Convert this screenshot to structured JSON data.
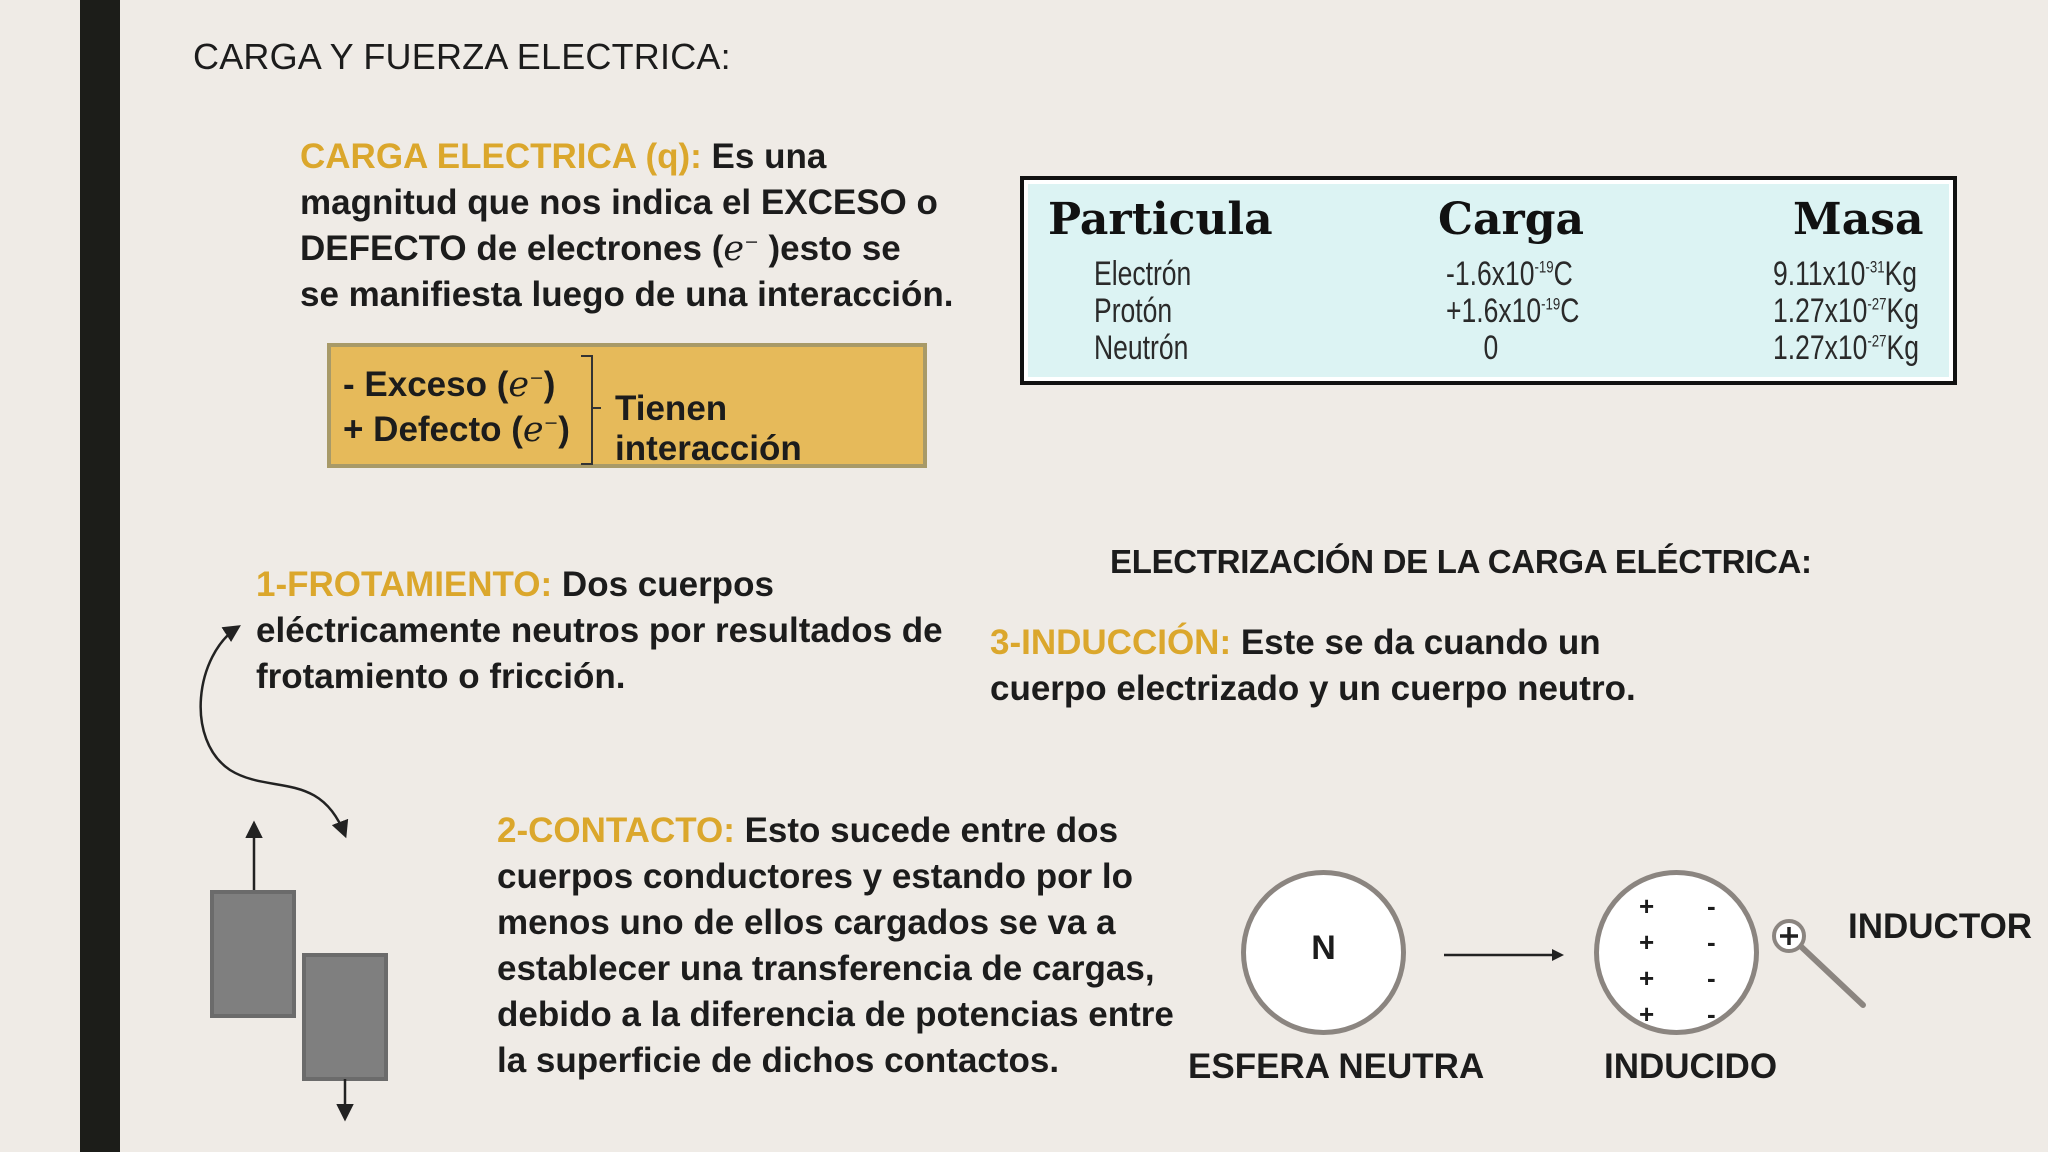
{
  "slide": {
    "title": "CARGA Y FUERZA ELECTRICA:"
  },
  "carga": {
    "heading": "CARGA ELECTRICA (q):",
    "text_1": " Es una magnitud que nos indica el EXCESO o DEFECTO de electrones (",
    "e_symbol": "e",
    "e_sup": "−",
    "text_2": " )esto se",
    "text_3": "se manifiesta luego de una interacción."
  },
  "goldbox": {
    "line1_prefix": "-  Exceso (",
    "line2_prefix": "+ Defecto (",
    "e_symbol": "e",
    "e_sup": "−",
    "close": ")",
    "right_label": "Tienen interacción"
  },
  "table": {
    "headers": [
      "Particula",
      "Carga",
      "Masa"
    ],
    "particles": [
      "Electrón",
      "Protón",
      "Neutrón"
    ],
    "charges": [
      {
        "base": "-1.6x10",
        "exp": "-19",
        "unit": "C"
      },
      {
        "base": "+1.6x10",
        "exp": "-19",
        "unit": "C"
      },
      {
        "base": "0",
        "exp": "",
        "unit": ""
      }
    ],
    "masses": [
      {
        "base": "9.11x10",
        "exp": "-31",
        "unit": "Kg"
      },
      {
        "base": "1.27x10",
        "exp": "-27",
        "unit": "Kg"
      },
      {
        "base": "1.27x10",
        "exp": "-27",
        "unit": "Kg"
      }
    ]
  },
  "electrizacion": {
    "heading": "ELECTRIZACIÓN DE LA CARGA ELÉCTRICA:"
  },
  "frotamiento": {
    "heading": "1-FROTAMIENTO:",
    "text": " Dos cuerpos eléctricamente neutros por resultados de frotamiento o fricción."
  },
  "induccion": {
    "heading": "3-INDUCCIÓN:",
    "text": " Este se da cuando un cuerpo electrizado y un cuerpo neutro."
  },
  "contacto": {
    "heading": "2-CONTACTO:",
    "text": " Esto sucede entre dos cuerpos conductores y estando por lo menos uno de ellos cargados se va a establecer una transferencia de cargas, debido a la diferencia de potencias entre la superficie de dichos contactos."
  },
  "diagram": {
    "neutral_letter": "N",
    "neutral_label": "ESFERA NEUTRA",
    "induced_label": "INDUCIDO",
    "inductor_label": "INDUCTOR",
    "plus": "+",
    "minus": "-"
  },
  "colors": {
    "accent": "#dba72c",
    "background": "#efebe6",
    "sidebar": "#1c1d19",
    "goldbox": "#e6ba5a",
    "table_bg": "#dcf3f3"
  }
}
